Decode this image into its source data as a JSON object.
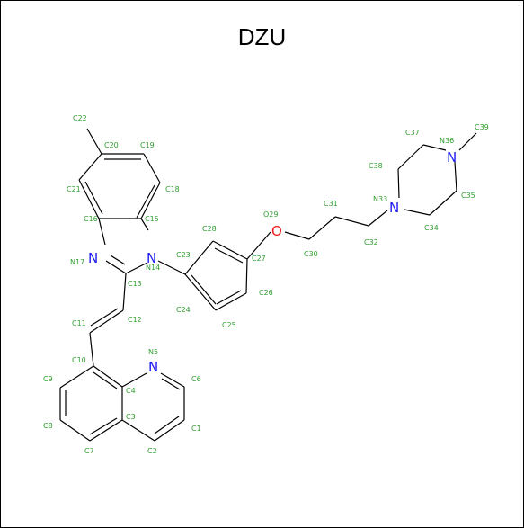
{
  "title": "DZU",
  "colors": {
    "carbon_label": "#2e9e2e",
    "nitrogen": "#1d1df5",
    "oxygen": "#ee1b1b",
    "bond": "#000000"
  },
  "heteroatoms": [
    {
      "symbol": "N",
      "element": "nitrogen"
    },
    {
      "symbol": "N",
      "element": "nitrogen"
    },
    {
      "symbol": "N",
      "element": "nitrogen"
    },
    {
      "symbol": "O",
      "element": "oxygen"
    },
    {
      "symbol": "N",
      "element": "nitrogen"
    }
  ],
  "atom_labels": [
    "C22",
    "C20",
    "C19",
    "C21",
    "C18",
    "C16",
    "C15",
    "N17",
    "N14",
    "C13",
    "C12",
    "C11",
    "C10",
    "N5",
    "C9",
    "C4",
    "C6",
    "C3",
    "C8",
    "C7",
    "C2",
    "C1",
    "C28",
    "C23",
    "C24",
    "C25",
    "C26",
    "C27",
    "O29",
    "C30",
    "C31",
    "C32",
    "N33",
    "C38",
    "C37",
    "N36",
    "C39",
    "C35",
    "C34"
  ]
}
